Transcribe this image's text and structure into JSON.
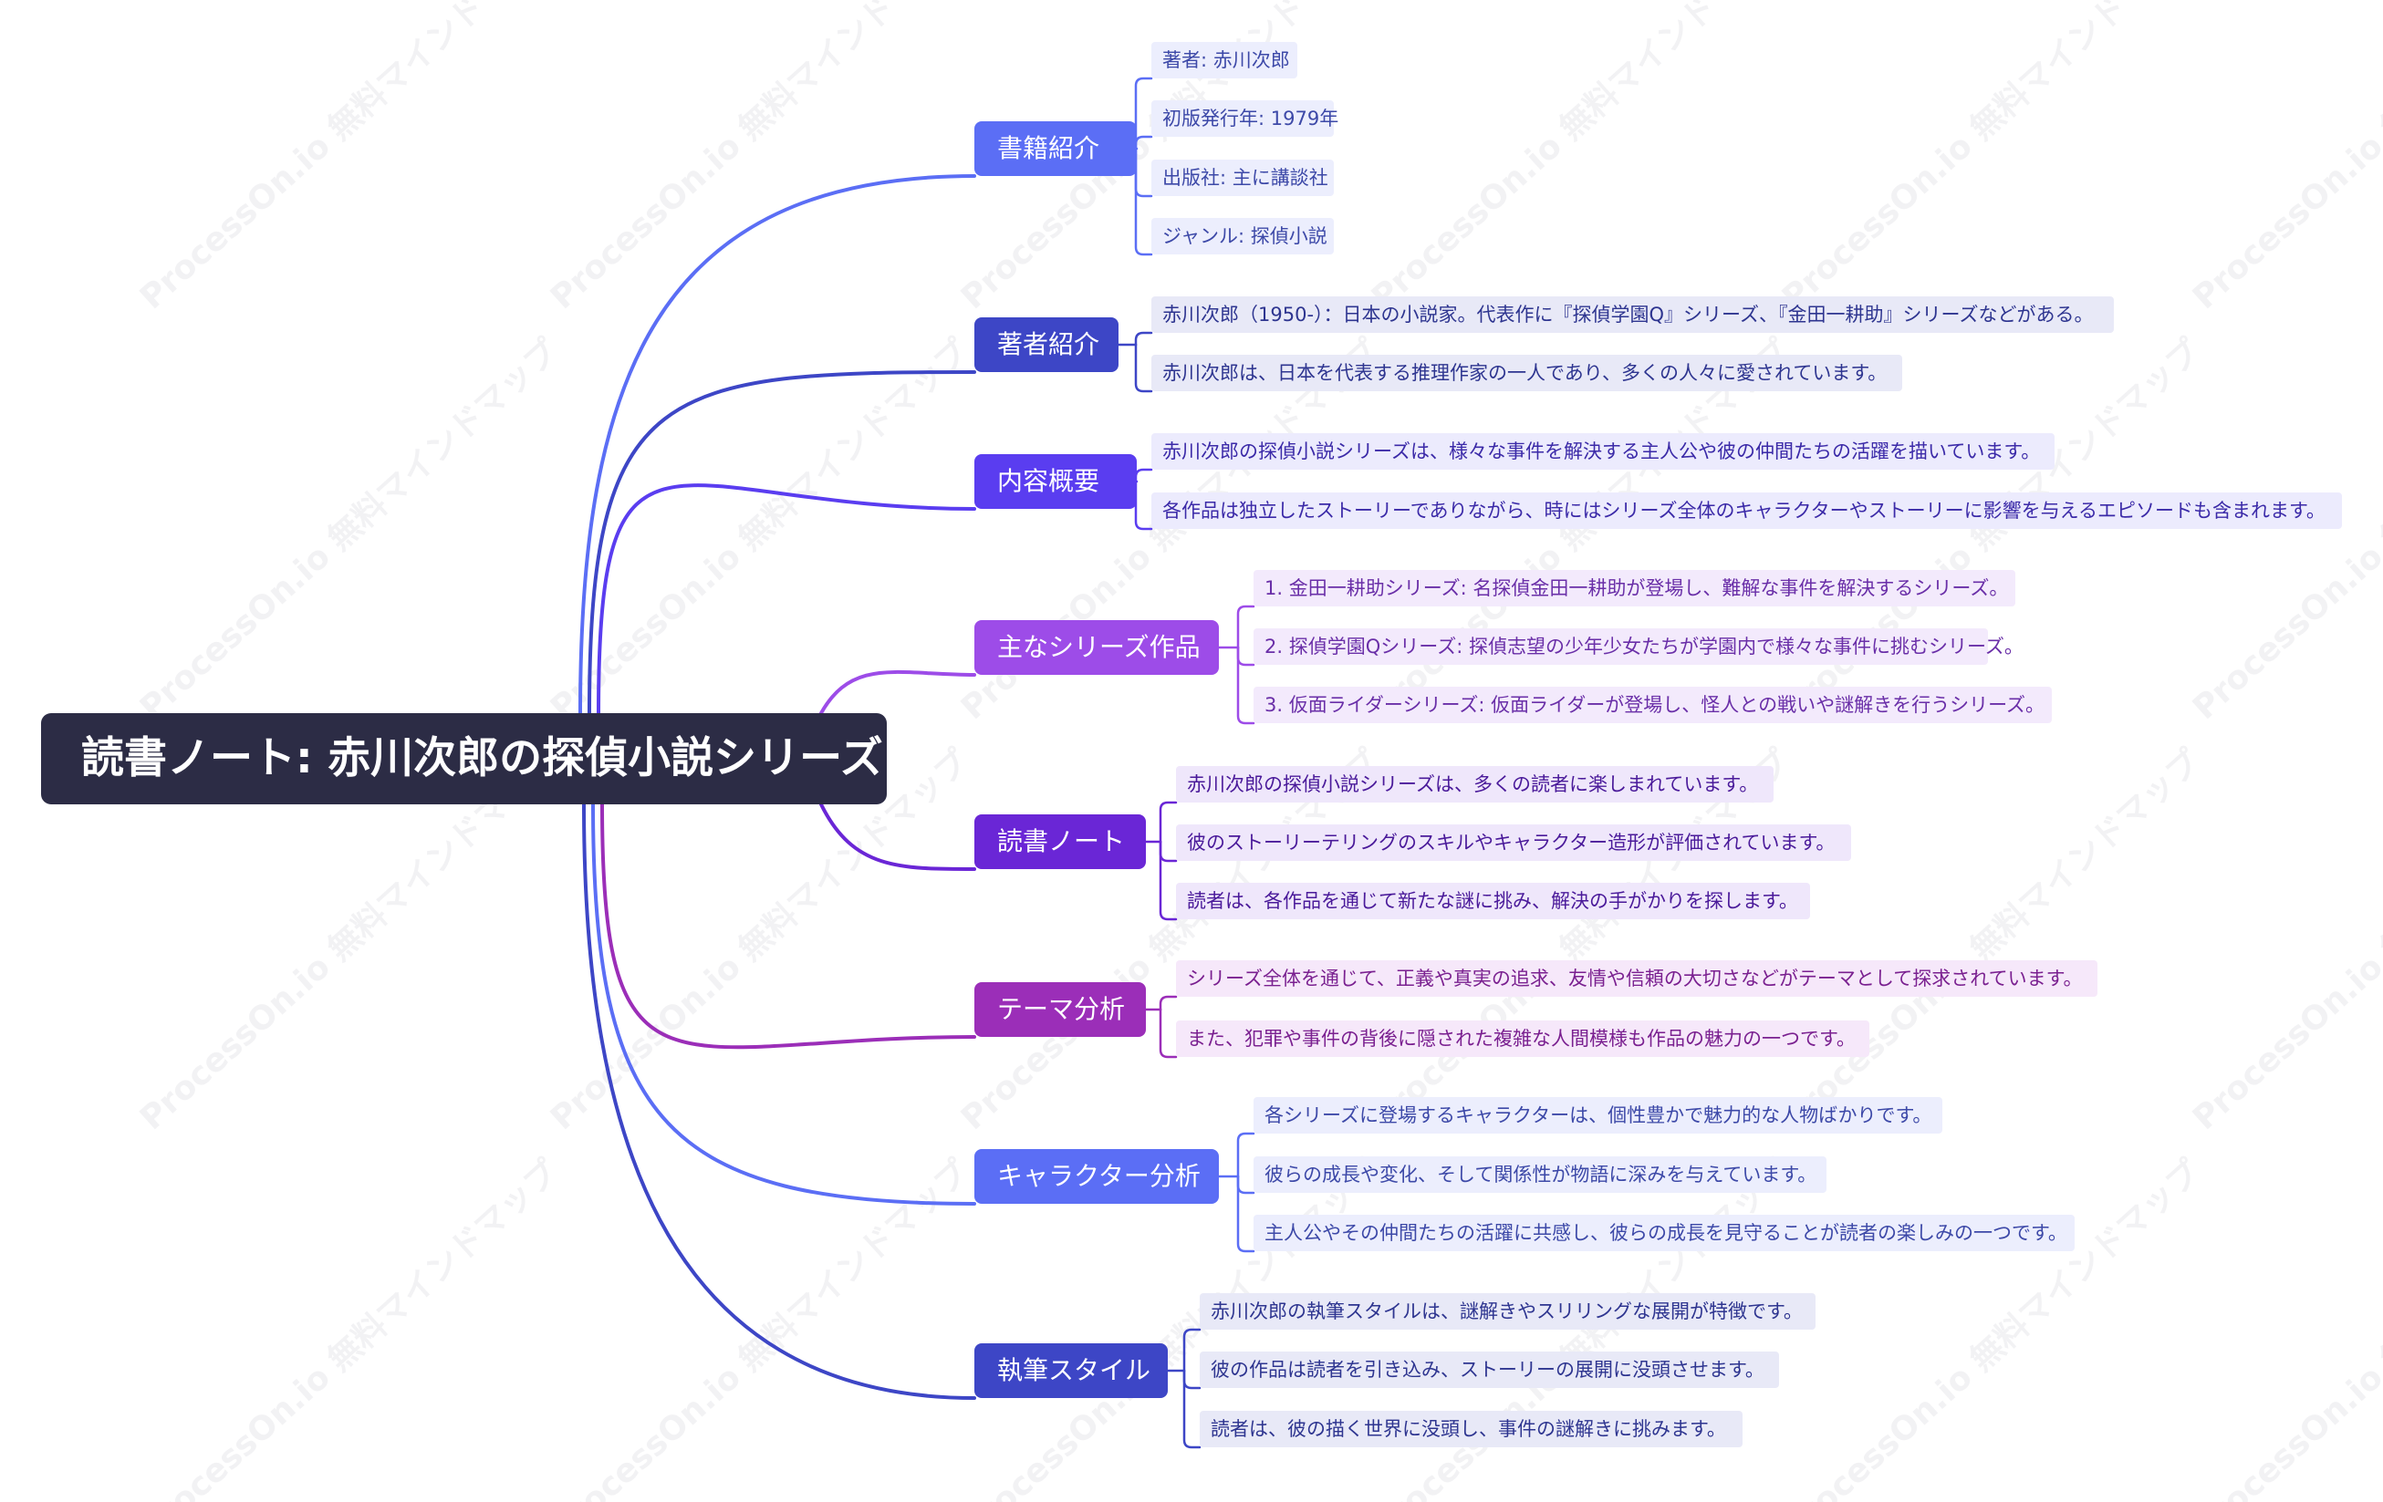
{
  "watermark": "ProcessOn.io 無料マインドマップ",
  "root": {
    "title": "読書ノート: 赤川次郎の探偵小説シリーズ"
  },
  "branches": [
    {
      "label": "書籍紹介",
      "color": "#5b6ef5",
      "leafBg": "#eceefd",
      "leafText": "#3d49a8",
      "leaves": [
        "著者: 赤川次郎",
        "初版発行年: 1979年",
        "出版社: 主に講談社",
        "ジャンル: 探偵小説"
      ]
    },
    {
      "label": "著者紹介",
      "color": "#3d46c6",
      "leafBg": "#e8e9f7",
      "leafText": "#2e3590",
      "leaves": [
        "赤川次郎（1950-）：日本の小説家。代表作に『探偵学園Q』シリーズ、『金田一耕助』シリーズなどがある。",
        "赤川次郎は、日本を代表する推理作家の一人であり、多くの人々に愛されています。"
      ]
    },
    {
      "label": "内容概要",
      "color": "#5a3df0",
      "leafBg": "#ecebfd",
      "leafText": "#3b2aa8",
      "leaves": [
        "赤川次郎の探偵小説シリーズは、様々な事件を解決する主人公や彼の仲間たちの活躍を描いています。",
        "各作品は独立したストーリーでありながら、時にはシリーズ全体のキャラクターやストーリーに影響を与えるエピソードも含まれます。"
      ]
    },
    {
      "label": "主なシリーズ作品",
      "color": "#9d4ce8",
      "leafBg": "#f3eafc",
      "leafText": "#6a2fa8",
      "leaves": [
        "1. 金田一耕助シリーズ: 名探偵金田一耕助が登場し、難解な事件を解決するシリーズ。",
        "2. 探偵学園Qシリーズ: 探偵志望の少年少女たちが学園内で様々な事件に挑むシリーズ。",
        "3. 仮面ライダーシリーズ: 仮面ライダーが登場し、怪人との戦いや謎解きを行うシリーズ。"
      ]
    },
    {
      "label": "読書ノート",
      "color": "#6a26d6",
      "leafBg": "#efe7fb",
      "leafText": "#4a1a9a",
      "leaves": [
        "赤川次郎の探偵小説シリーズは、多くの読者に楽しまれています。",
        "彼のストーリーテリングのスキルやキャラクター造形が評価されています。",
        "読者は、各作品を通じて新たな謎に挑み、解決の手がかりを探します。"
      ]
    },
    {
      "label": "テーマ分析",
      "color": "#9b2eb8",
      "leafBg": "#f6e8fa",
      "leafText": "#7a2090",
      "leaves": [
        "シリーズ全体を通じて、正義や真実の追求、友情や信頼の大切さなどがテーマとして探求されています。",
        "また、犯罪や事件の背後に隠された複雑な人間模様も作品の魅力の一つです。"
      ]
    },
    {
      "label": "キャラクター分析",
      "color": "#5b6ef5",
      "leafBg": "#eceefd",
      "leafText": "#3d49a8",
      "leaves": [
        "各シリーズに登場するキャラクターは、個性豊かで魅力的な人物ばかりです。",
        "彼らの成長や変化、そして関係性が物語に深みを与えています。",
        "主人公やその仲間たちの活躍に共感し、彼らの成長を見守ることが読者の楽しみの一つです。"
      ]
    },
    {
      "label": "執筆スタイル",
      "color": "#3d46c6",
      "leafBg": "#e8e9f7",
      "leafText": "#2e3590",
      "leaves": [
        "赤川次郎の執筆スタイルは、謎解きやスリリングな展開が特徴です。",
        "彼の作品は読者を引き込み、ストーリーの展開に没頭させます。",
        "読者は、彼の描く世界に没頭し、事件の謎解きに挑みます。"
      ]
    }
  ]
}
